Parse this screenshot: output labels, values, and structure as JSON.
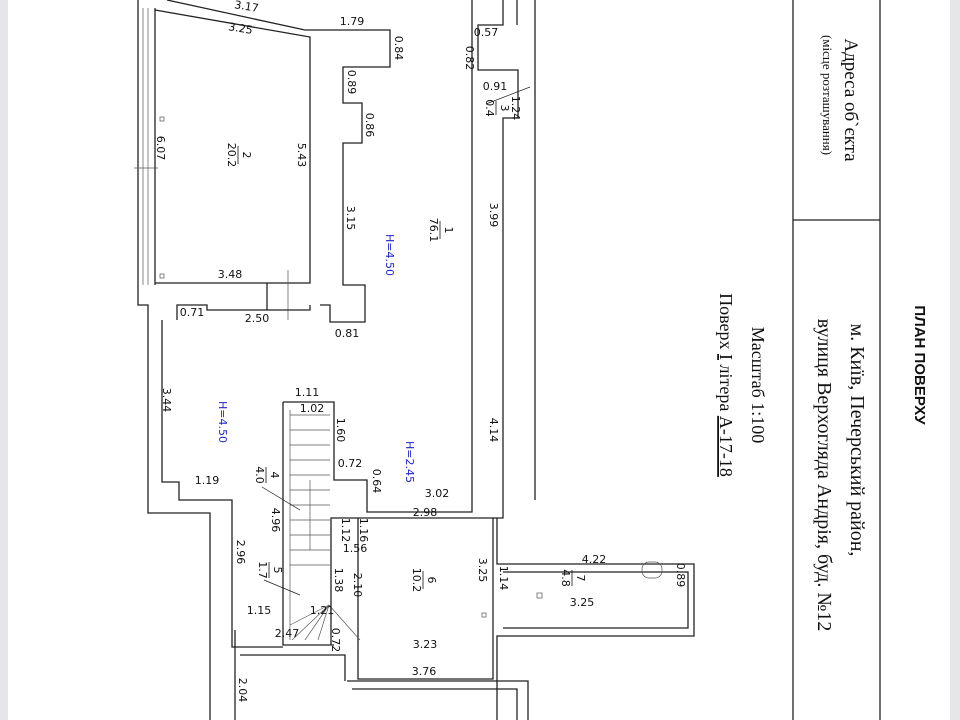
{
  "title_block": {
    "title": "ПЛАН ПОВЕРХУ",
    "address_label": "Адреса об`єкта",
    "address_sublabel": "(місце розташування)",
    "address_line1": "м. Київ, Печерський район,",
    "address_line2": "вулиця Верхогляда Андрія, буд. №12",
    "scale": "Масштаб 1:100",
    "floor_prefix": "Поверх ",
    "floor_value": "I",
    "letter_prefix": " літера ",
    "letter_value": "А-17-18"
  },
  "rooms": [
    {
      "number": "1",
      "area": "76.1"
    },
    {
      "number": "2",
      "area": "20.2"
    },
    {
      "number": "3",
      "area": "0.4"
    },
    {
      "number": "4",
      "area": "4.0"
    },
    {
      "number": "5",
      "area": "1.7"
    },
    {
      "number": "6",
      "area": "10.2"
    },
    {
      "number": "7",
      "area": "4.8"
    }
  ],
  "heights": [
    "H=4.50",
    "H=4.50",
    "H=2.45"
  ],
  "dims": [
    "3.17",
    "3.25",
    "1.79",
    "0.84",
    "0.89",
    "0.86",
    "5.43",
    "6.07",
    "3.15",
    "3.99",
    "0.57",
    "0.82",
    "0.91",
    "1.24",
    "3.48",
    "0.71",
    "2.50",
    "0.81",
    "3.44",
    "1.11",
    "1.02",
    "1.60",
    "0.72",
    "0.64",
    "3.02",
    "4.14",
    "1.19",
    "4.96",
    "2.98",
    "1.12",
    "1.16",
    "1.56",
    "2.96",
    "1.38",
    "2.10",
    "3.25",
    "1.14",
    "4.22",
    "3.25",
    "0.89",
    "1.15",
    "1.21",
    "2.47",
    "0.72",
    "3.23",
    "3.76",
    "2.04"
  ],
  "colors": {
    "height_label": "#2222cc",
    "wall": "#222222",
    "side_strip": "#e6e6e8"
  }
}
